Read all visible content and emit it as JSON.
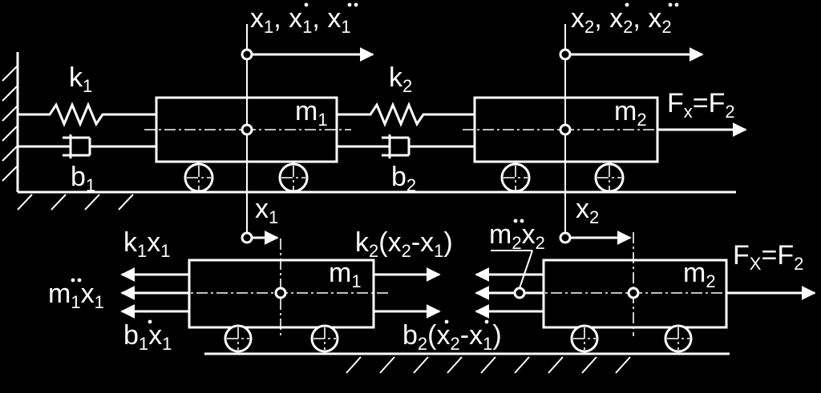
{
  "top": {
    "x1_kinematics": [
      "x",
      "1",
      ", ",
      "x",
      "1",
      ", ",
      "x",
      "1"
    ],
    "x2_kinematics": [
      "x",
      "2",
      ", ",
      "x",
      "2",
      ", ",
      "x",
      "2"
    ],
    "k1": [
      "k",
      "1"
    ],
    "k2": [
      "k",
      "2"
    ],
    "b1": [
      "b",
      "1"
    ],
    "b2": [
      "b",
      "2"
    ],
    "m1": [
      "m",
      "1"
    ],
    "m2": [
      "m",
      "2"
    ],
    "force": [
      "F",
      "x",
      "=F",
      "2"
    ]
  },
  "bottom": {
    "x1": [
      "x",
      "1"
    ],
    "x2": [
      "x",
      "2"
    ],
    "spring_force_1": [
      "k",
      "1",
      "x",
      "1"
    ],
    "inertia_1": [
      "m",
      "1",
      "x",
      "1"
    ],
    "damper_force_1": [
      "b",
      "1",
      "x",
      "1"
    ],
    "spring_force_12": [
      "k",
      "2",
      "(x",
      "2",
      "-x",
      "1",
      ")"
    ],
    "damper_force_12": [
      "b",
      "2",
      "(x",
      "2",
      "-x",
      "1",
      ")"
    ],
    "inertia_2": [
      "m",
      "2",
      "x",
      "2"
    ],
    "m1": [
      "m",
      "1"
    ],
    "m2": [
      "m",
      "2"
    ],
    "force": [
      "F",
      "X",
      "=F",
      "2"
    ]
  }
}
